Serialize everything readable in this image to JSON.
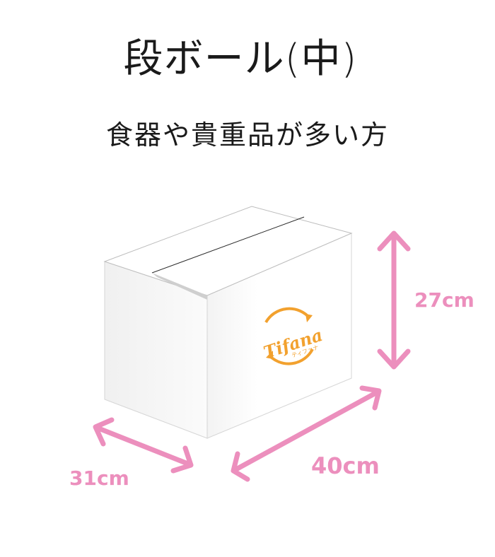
{
  "title": "段ボール(中)",
  "subtitle": "食器や貴重品が多い方",
  "dimensions": {
    "height": "27cm",
    "width": "40cm",
    "depth": "31cm"
  },
  "logo": {
    "text": "Tifana",
    "subtext": "ティファナ"
  },
  "colors": {
    "arrow": "#ec8fbd",
    "logo": "#f2a12e",
    "text": "#1a1a1a"
  }
}
